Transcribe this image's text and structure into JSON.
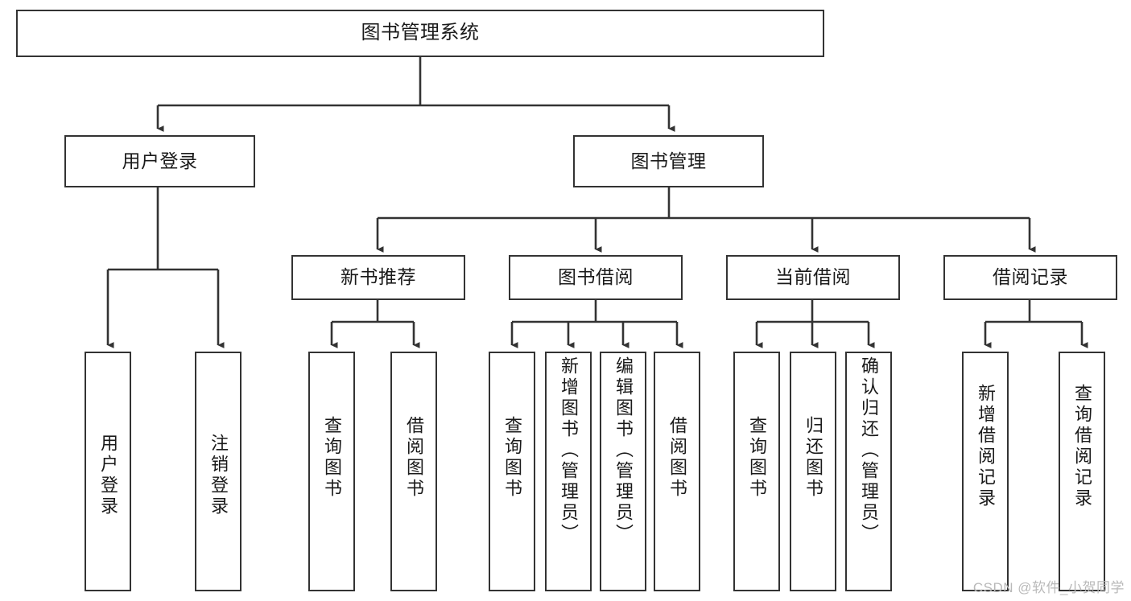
{
  "diagram": {
    "title": "图书管理系统",
    "watermark": "CSDN @软件_小贺同学",
    "colors": {
      "background": "#ffffff",
      "node_border": "#333333",
      "node_fill": "#ffffff",
      "connector": "#333333",
      "text": "#1a1a1a",
      "watermark": "#b9b9b9"
    },
    "levels": {
      "root": "图书管理系统",
      "level1": [
        "用户登录",
        "图书管理"
      ],
      "level2": [
        "新书推荐",
        "图书借阅",
        "当前借阅",
        "借阅记录"
      ]
    },
    "nodes": {
      "root": {
        "label": "图书管理系统"
      },
      "user_login": {
        "label": "用户登录"
      },
      "book_manage": {
        "label": "图书管理"
      },
      "new_book_rec": {
        "label": "新书推荐"
      },
      "book_borrow": {
        "label": "图书借阅"
      },
      "current_borrow": {
        "label": "当前借阅"
      },
      "borrow_record": {
        "label": "借阅记录"
      },
      "leaf_user_login": {
        "label": "用户登录"
      },
      "leaf_logout": {
        "label": "注销登录"
      },
      "leaf_query_book_1": {
        "label": "查询图书"
      },
      "leaf_borrow_book_1": {
        "label": "借阅图书"
      },
      "leaf_query_book_2": {
        "label": "查询图书"
      },
      "leaf_add_book": {
        "label": "新增图书（管理员）"
      },
      "leaf_edit_book": {
        "label": "编辑图书（管理员）"
      },
      "leaf_borrow_book_2": {
        "label": "借阅图书"
      },
      "leaf_query_book_3": {
        "label": "查询图书"
      },
      "leaf_return_book": {
        "label": "归还图书"
      },
      "leaf_confirm_return": {
        "label": "确认归还（管理员）"
      },
      "leaf_add_record": {
        "label": "新增借阅记录"
      },
      "leaf_query_record": {
        "label": "查询借阅记录"
      }
    },
    "edges": [
      {
        "from": "root",
        "to": "user_login"
      },
      {
        "from": "root",
        "to": "book_manage"
      },
      {
        "from": "user_login",
        "to": "leaf_user_login"
      },
      {
        "from": "user_login",
        "to": "leaf_logout"
      },
      {
        "from": "book_manage",
        "to": "new_book_rec"
      },
      {
        "from": "book_manage",
        "to": "book_borrow"
      },
      {
        "from": "book_manage",
        "to": "current_borrow"
      },
      {
        "from": "book_manage",
        "to": "borrow_record"
      },
      {
        "from": "new_book_rec",
        "to": "leaf_query_book_1"
      },
      {
        "from": "new_book_rec",
        "to": "leaf_borrow_book_1"
      },
      {
        "from": "book_borrow",
        "to": "leaf_query_book_2"
      },
      {
        "from": "book_borrow",
        "to": "leaf_add_book"
      },
      {
        "from": "book_borrow",
        "to": "leaf_edit_book"
      },
      {
        "from": "book_borrow",
        "to": "leaf_borrow_book_2"
      },
      {
        "from": "current_borrow",
        "to": "leaf_query_book_3"
      },
      {
        "from": "current_borrow",
        "to": "leaf_return_book"
      },
      {
        "from": "current_borrow",
        "to": "leaf_confirm_return"
      },
      {
        "from": "borrow_record",
        "to": "leaf_add_record"
      },
      {
        "from": "borrow_record",
        "to": "leaf_query_record"
      }
    ]
  }
}
